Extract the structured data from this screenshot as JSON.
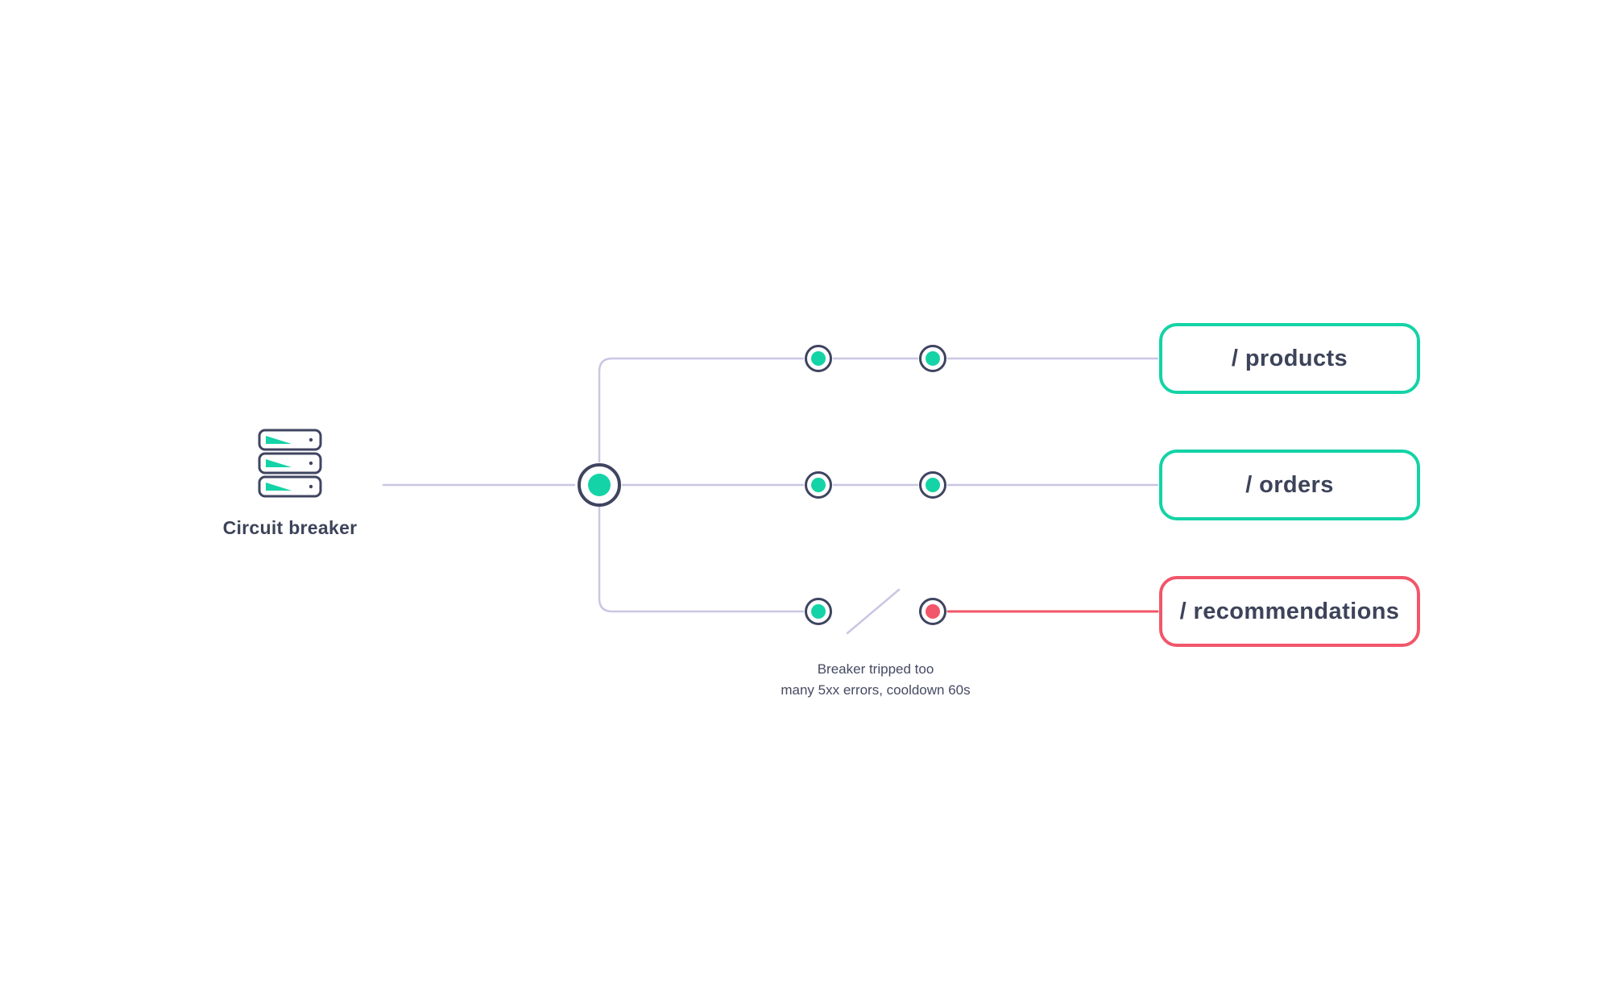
{
  "diagram": {
    "source": {
      "label": "Circuit breaker",
      "icon": "server-stack-icon"
    },
    "hub": {
      "status": "healthy"
    },
    "endpoints": [
      {
        "label": "/ products",
        "status": "closed"
      },
      {
        "label": "/ orders",
        "status": "closed"
      },
      {
        "label": "/ recommendations",
        "status": "open"
      }
    ],
    "note": {
      "line1": "Breaker tripped too",
      "line2": "many 5xx errors, cooldown 60s"
    },
    "colors": {
      "healthy": "#14d3a6",
      "tripped": "#f2566a",
      "connector": "#c9c6e4",
      "outline": "#3f4460",
      "text": "#3d4359",
      "background": "#ffffff"
    }
  }
}
